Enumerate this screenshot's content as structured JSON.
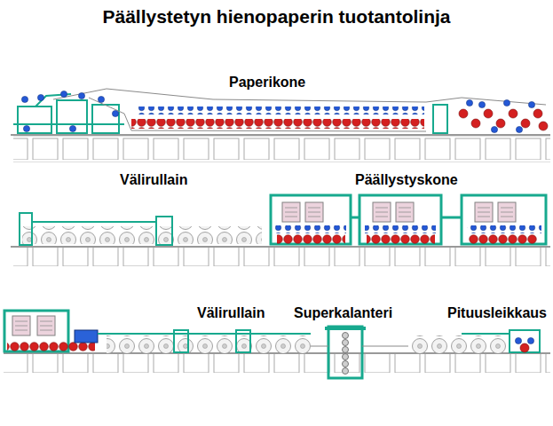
{
  "diagram": {
    "title": "Päällystetyn hienopaperin tuotantolinja",
    "labels": [
      "Paperikone",
      "Välirullain",
      "Päällystyskone",
      "Välirullain",
      "Superkalanteri",
      "Pituusleikkaus"
    ]
  }
}
